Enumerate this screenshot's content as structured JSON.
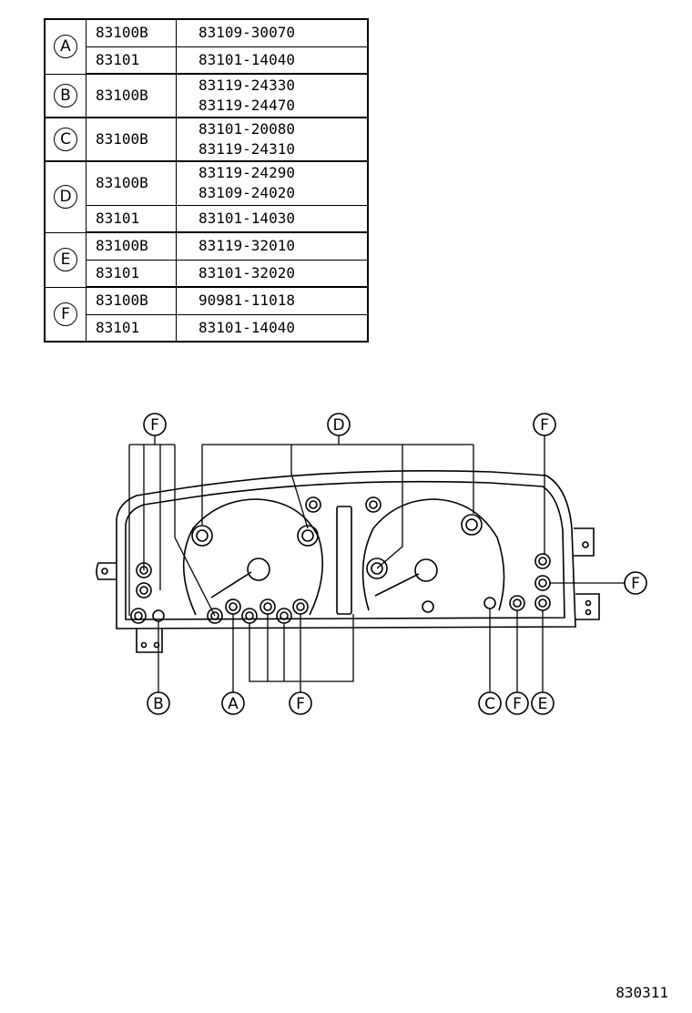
{
  "table": {
    "groups": [
      {
        "key": "A",
        "rows": [
          {
            "category": "83100B",
            "parts": [
              "83109-30070"
            ]
          },
          {
            "category": "83101",
            "parts": [
              "83101-14040"
            ]
          }
        ]
      },
      {
        "key": "B",
        "rows": [
          {
            "category": "83100B",
            "parts": [
              "83119-24330",
              "83119-24470"
            ]
          }
        ]
      },
      {
        "key": "C",
        "rows": [
          {
            "category": "83100B",
            "parts": [
              "83101-20080",
              "83119-24310"
            ]
          }
        ]
      },
      {
        "key": "D",
        "rows": [
          {
            "category": "83100B",
            "parts": [
              "83119-24290",
              "83109-24020"
            ]
          },
          {
            "category": "83101",
            "parts": [
              "83101-14030"
            ]
          }
        ]
      },
      {
        "key": "E",
        "rows": [
          {
            "category": "83100B",
            "parts": [
              "83119-32010"
            ]
          },
          {
            "category": "83101",
            "parts": [
              "83101-32020"
            ]
          }
        ]
      },
      {
        "key": "F",
        "rows": [
          {
            "category": "83100B",
            "parts": [
              "90981-11018"
            ]
          },
          {
            "category": "83101",
            "parts": [
              "83101-14040"
            ]
          }
        ]
      }
    ]
  },
  "diagram": {
    "callouts": {
      "f_top_left": "F",
      "d_top": "D",
      "f_top_right": "F",
      "f_right": "F",
      "b_bottom": "B",
      "a_bottom": "A",
      "f_bottom_mid": "F",
      "c_bottom": "C",
      "f_bottom_right": "F",
      "e_bottom": "E"
    }
  },
  "reference_code": "830311"
}
